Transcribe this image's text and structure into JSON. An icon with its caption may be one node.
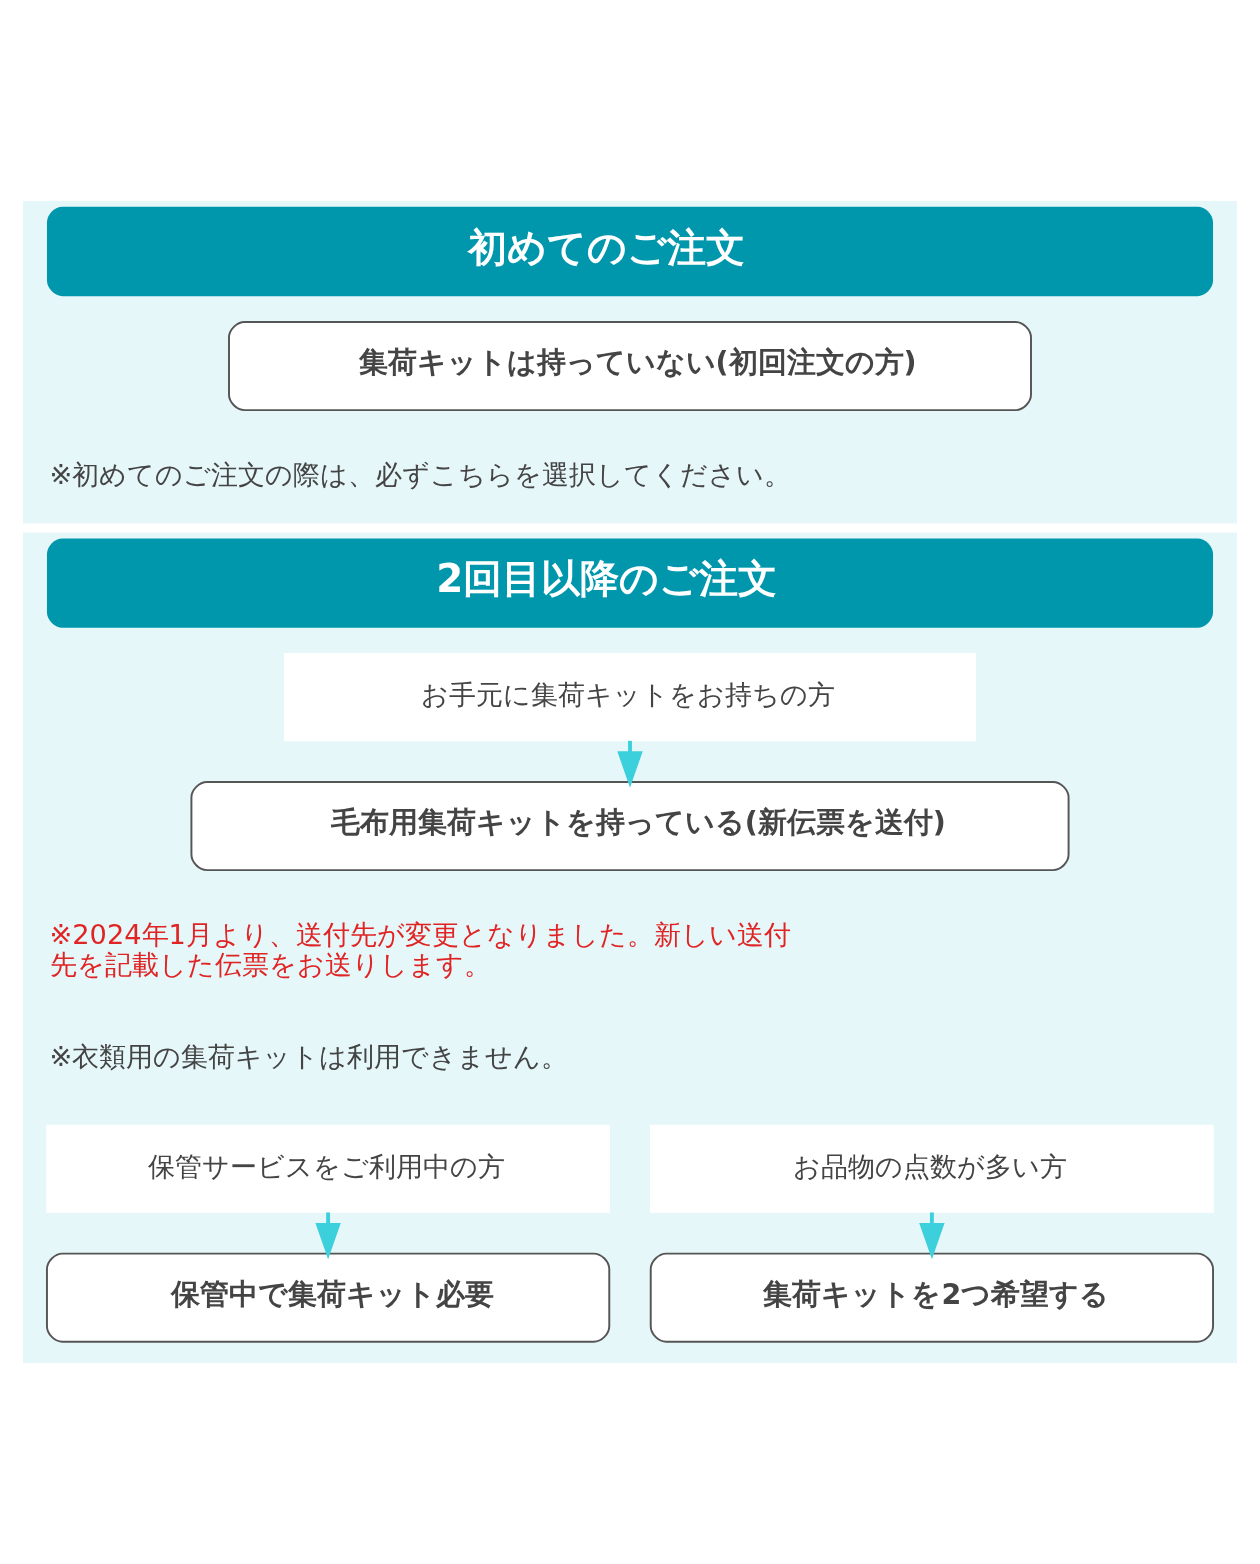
{
  "diagram": {
    "nodes": [
      {
        "text": [
          "初めてのご注文"
        ]
      },
      {
        "text": [
          "集荷キットは持っていない(初回注文の方)"
        ],
        "in": 0
      },
      {
        "text": [
          "2回目以降のご注文"
        ]
      },
      {
        "text": [
          "お手元に集荷キットをお持ちの方"
        ],
        "in": 2
      },
      {
        "text": [
          "毛布用集荷キットを持っている(新伝票を送付)"
        ],
        "in": 2
      },
      {
        "text": [
          "保管サービスをご利用中の方"
        ],
        "in": 2
      },
      {
        "text": [
          "保管中で集荷キット必要"
        ],
        "in": 2
      },
      {
        "text": [
          "お品物の点数が多い方"
        ],
        "in": 2
      },
      {
        "text": [
          "集荷キットを2つ希望する"
        ],
        "in": 2
      }
    ],
    "edges": [
      {
        "from": 3,
        "to": 4,
        "arrow": "to"
      },
      {
        "from": 5,
        "to": 6,
        "arrow": "to"
      },
      {
        "from": 7,
        "to": 8,
        "arrow": "to"
      }
    ],
    "labels": [
      "※初めてのご注文の際は、必ずこちらを選択してください。",
      "※2024年1月より、送付先が変更となりました。新しい送付先を記載した伝票をお送りします。",
      "※衣類用の集荷キットは利用できません。"
    ]
  }
}
